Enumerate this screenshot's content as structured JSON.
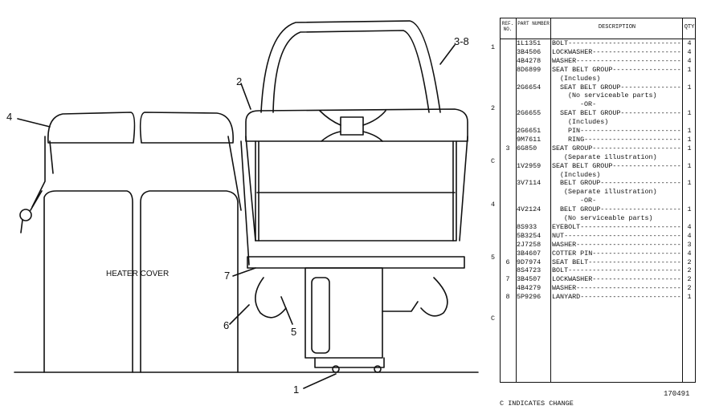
{
  "callouts": {
    "c1": "1",
    "c2": "2",
    "c38": "3-8",
    "c4": "4",
    "c5": "5",
    "c6": "6",
    "c7": "7"
  },
  "heater_cover_label": "HEATER COVER",
  "table": {
    "headers": {
      "ref": "REF. NO.",
      "part": "PART NUMBER",
      "desc": "DESCRIPTION",
      "qty": "QTY"
    },
    "group_marks": [
      {
        "text": "1",
        "row": 1
      },
      {
        "text": "2",
        "row": 8
      },
      {
        "text": "C",
        "row": 14
      },
      {
        "text": "4",
        "row": 19
      },
      {
        "text": "5",
        "row": 25
      },
      {
        "text": "C",
        "row": 32
      }
    ],
    "rows": [
      {
        "ref": "",
        "part": "1L1351",
        "desc": "BOLT",
        "qty": "4",
        "leader": true
      },
      {
        "ref": "",
        "part": "3B4506",
        "desc": "LOCKWASHER",
        "qty": "4",
        "leader": true
      },
      {
        "ref": "",
        "part": "4B4278",
        "desc": "WASHER",
        "qty": "4",
        "leader": true
      },
      {
        "ref": "",
        "part": "8D6899",
        "desc": "SEAT BELT GROUP",
        "qty": "1",
        "leader": true
      },
      {
        "ref": "",
        "part": "",
        "desc": "(Includes)",
        "qty": "",
        "indent": 2
      },
      {
        "ref": "",
        "part": "2G6654",
        "desc": "SEAT BELT GROUP",
        "qty": "1",
        "leader": true,
        "indent": 2
      },
      {
        "ref": "",
        "part": "",
        "desc": "(No serviceable parts)",
        "qty": "",
        "indent": 4
      },
      {
        "ref": "",
        "part": "",
        "desc": "-OR-",
        "qty": "",
        "indent": 7
      },
      {
        "ref": "",
        "part": "2G6655",
        "desc": "SEAT BELT GROUP",
        "qty": "1",
        "leader": true,
        "indent": 2
      },
      {
        "ref": "",
        "part": "",
        "desc": "(Includes)",
        "qty": "",
        "indent": 4
      },
      {
        "ref": "",
        "part": "2G6651",
        "desc": "PIN",
        "qty": "1",
        "leader": true,
        "indent": 4
      },
      {
        "ref": "",
        "part": "9M7611",
        "desc": "RING",
        "qty": "1",
        "leader": true,
        "indent": 4
      },
      {
        "ref": "3",
        "part": "6G850",
        "desc": "SEAT GROUP",
        "qty": "1",
        "leader": true
      },
      {
        "ref": "",
        "part": "",
        "desc": "(Separate illustration)",
        "qty": "",
        "indent": 3
      },
      {
        "ref": "",
        "part": "1V2959",
        "desc": "SEAT BELT GROUP",
        "qty": "1",
        "leader": true
      },
      {
        "ref": "",
        "part": "",
        "desc": "(Includes)",
        "qty": "",
        "indent": 2
      },
      {
        "ref": "",
        "part": "3V7114",
        "desc": "BELT GROUP",
        "qty": "1",
        "leader": true,
        "indent": 2
      },
      {
        "ref": "",
        "part": "",
        "desc": "(Separate illustration)",
        "qty": "",
        "indent": 3
      },
      {
        "ref": "",
        "part": "",
        "desc": "-OR-",
        "qty": "",
        "indent": 7
      },
      {
        "ref": "",
        "part": "4V2124",
        "desc": "BELT GROUP",
        "qty": "1",
        "leader": true,
        "indent": 2
      },
      {
        "ref": "",
        "part": "",
        "desc": "(No serviceable parts)",
        "qty": "",
        "indent": 3
      },
      {
        "ref": "",
        "part": "8S933",
        "desc": "EYEBOLT",
        "qty": "4",
        "leader": true
      },
      {
        "ref": "",
        "part": "5B3254",
        "desc": "NUT",
        "qty": "4",
        "leader": true
      },
      {
        "ref": "",
        "part": "2J7258",
        "desc": "WASHER",
        "qty": "3",
        "leader": true
      },
      {
        "ref": "",
        "part": "3B4607",
        "desc": "COTTER PIN",
        "qty": "4",
        "leader": true
      },
      {
        "ref": "6",
        "part": "9D7974",
        "desc": "SEAT BELT",
        "qty": "2",
        "leader": true
      },
      {
        "ref": "",
        "part": "8S4723",
        "desc": "BOLT",
        "qty": "2",
        "leader": true
      },
      {
        "ref": "7",
        "part": "3B4507",
        "desc": "LOCKWASHER",
        "qty": "2",
        "leader": true
      },
      {
        "ref": "",
        "part": "4B4279",
        "desc": "WASHER",
        "qty": "2",
        "leader": true
      },
      {
        "ref": "8",
        "part": "5P9296",
        "desc": "LANYARD",
        "qty": "1",
        "leader": true
      }
    ]
  },
  "drawing_number": "170491",
  "change_note": "C INDICATES CHANGE"
}
